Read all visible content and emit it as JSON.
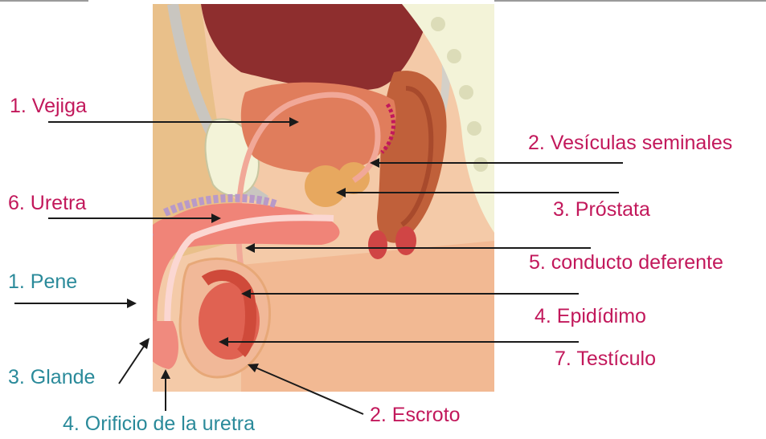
{
  "labels": {
    "vejiga": "1. Vejiga",
    "vesiculas": "2. Vesículas seminales",
    "prostata": "3. Próstata",
    "uretra": "6. Uretra",
    "conducto": "5. conducto deferente",
    "pene": "1. Pene",
    "epididimo": "4. Epidídimo",
    "glande": "3. Glande",
    "testiculo": "7. Testículo",
    "escroto": "2. Escroto",
    "orificio": "4. Orificio de la uretra"
  },
  "colors": {
    "internal_labels": "#c2185b",
    "external_labels": "#2a8a9a",
    "leader_lines": "#1a1a1a",
    "skin": "#f3c7a4",
    "fat": "#e9bf85",
    "bladder": "#e08060",
    "rectum": "#c0603a",
    "bone": "#f3f3d8",
    "pelvic_cavity": "#8e2e2e"
  }
}
